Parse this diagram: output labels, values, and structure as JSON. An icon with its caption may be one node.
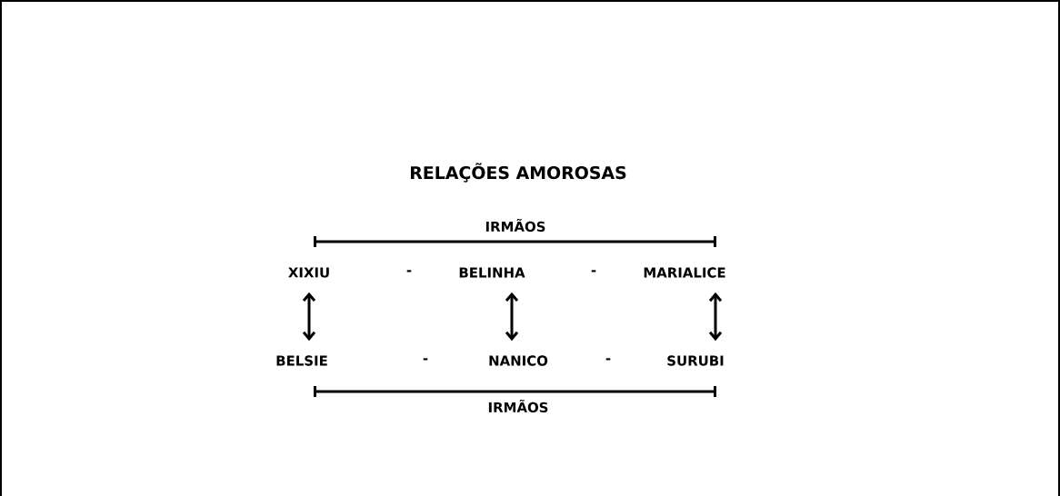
{
  "diagram": {
    "title": "RELAÇÕES AMOROSAS",
    "nodes": [
      {
        "text": [
          "XIXIU"
        ]
      },
      {
        "text": [
          "BELINHA"
        ]
      },
      {
        "text": [
          "MARIALICE"
        ]
      },
      {
        "text": [
          "BELSIE"
        ]
      },
      {
        "text": [
          "NANICO"
        ]
      },
      {
        "text": [
          "SURUBI"
        ]
      }
    ],
    "edges": [
      {
        "from": 0,
        "to": 3,
        "arrow": "both"
      },
      {
        "from": 1,
        "to": 4,
        "arrow": "both"
      },
      {
        "from": 2,
        "to": 5,
        "arrow": "both"
      }
    ],
    "labels": [
      "IRMÃOS",
      "-",
      "-",
      "-",
      "-",
      "IRMÃOS"
    ]
  }
}
